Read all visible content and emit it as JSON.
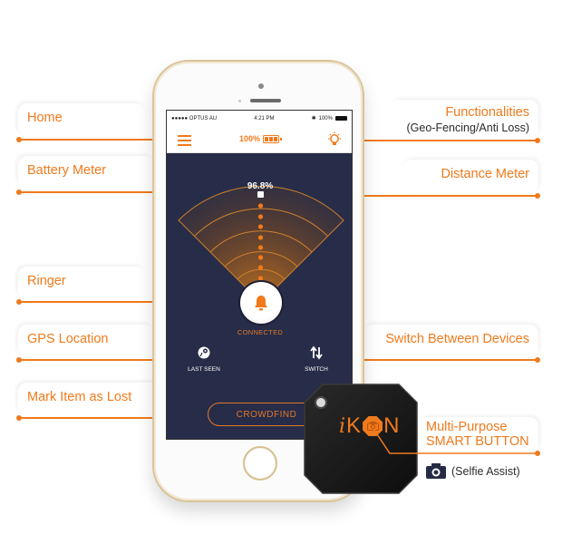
{
  "colors": {
    "accent": "#f07a1c",
    "screen_bg": "#272c48",
    "phone_frame": "#d9c49a",
    "device_body": "#1a1a1a"
  },
  "callouts": {
    "left": [
      {
        "label": "Home"
      },
      {
        "label": "Battery Meter"
      },
      {
        "label": "Ringer"
      },
      {
        "label": "GPS Location"
      },
      {
        "label": "Mark Item as Lost"
      }
    ],
    "right": [
      {
        "label": "Functionalities",
        "sub": "(Geo-Fencing/Anti Loss)"
      },
      {
        "label": "Distance Meter"
      },
      {
        "label": "Switch Between Devices"
      },
      {
        "label": "Multi-Purpose",
        "label2": "SMART BUTTON"
      }
    ],
    "selfie": {
      "icon": "camera-icon",
      "label": "(Selfie Assist)"
    }
  },
  "phone": {
    "statusbar": {
      "carrier": "●●●●● OPTUS AU",
      "time": "4:21 PM",
      "battery": "100%"
    },
    "appbar": {
      "menu_icon": "hamburger-icon",
      "battery_label": "100%",
      "battery_icon": "battery-icon",
      "functions_icon": "lightbulb-icon"
    },
    "distance": {
      "value": "96.8%"
    },
    "ringer": {
      "icon": "bell-icon",
      "status": "CONNECTED"
    },
    "actions": [
      {
        "icon": "gps-location-icon",
        "label": "LAST SEEN"
      },
      {
        "icon": "switch-arrows-icon",
        "label": "SWITCH"
      }
    ],
    "crowdfind_label": "CROWDFIND"
  },
  "device": {
    "brand_i": "i",
    "brand_k": "K",
    "brand_n": "N",
    "center_icon": "camera-icon"
  }
}
